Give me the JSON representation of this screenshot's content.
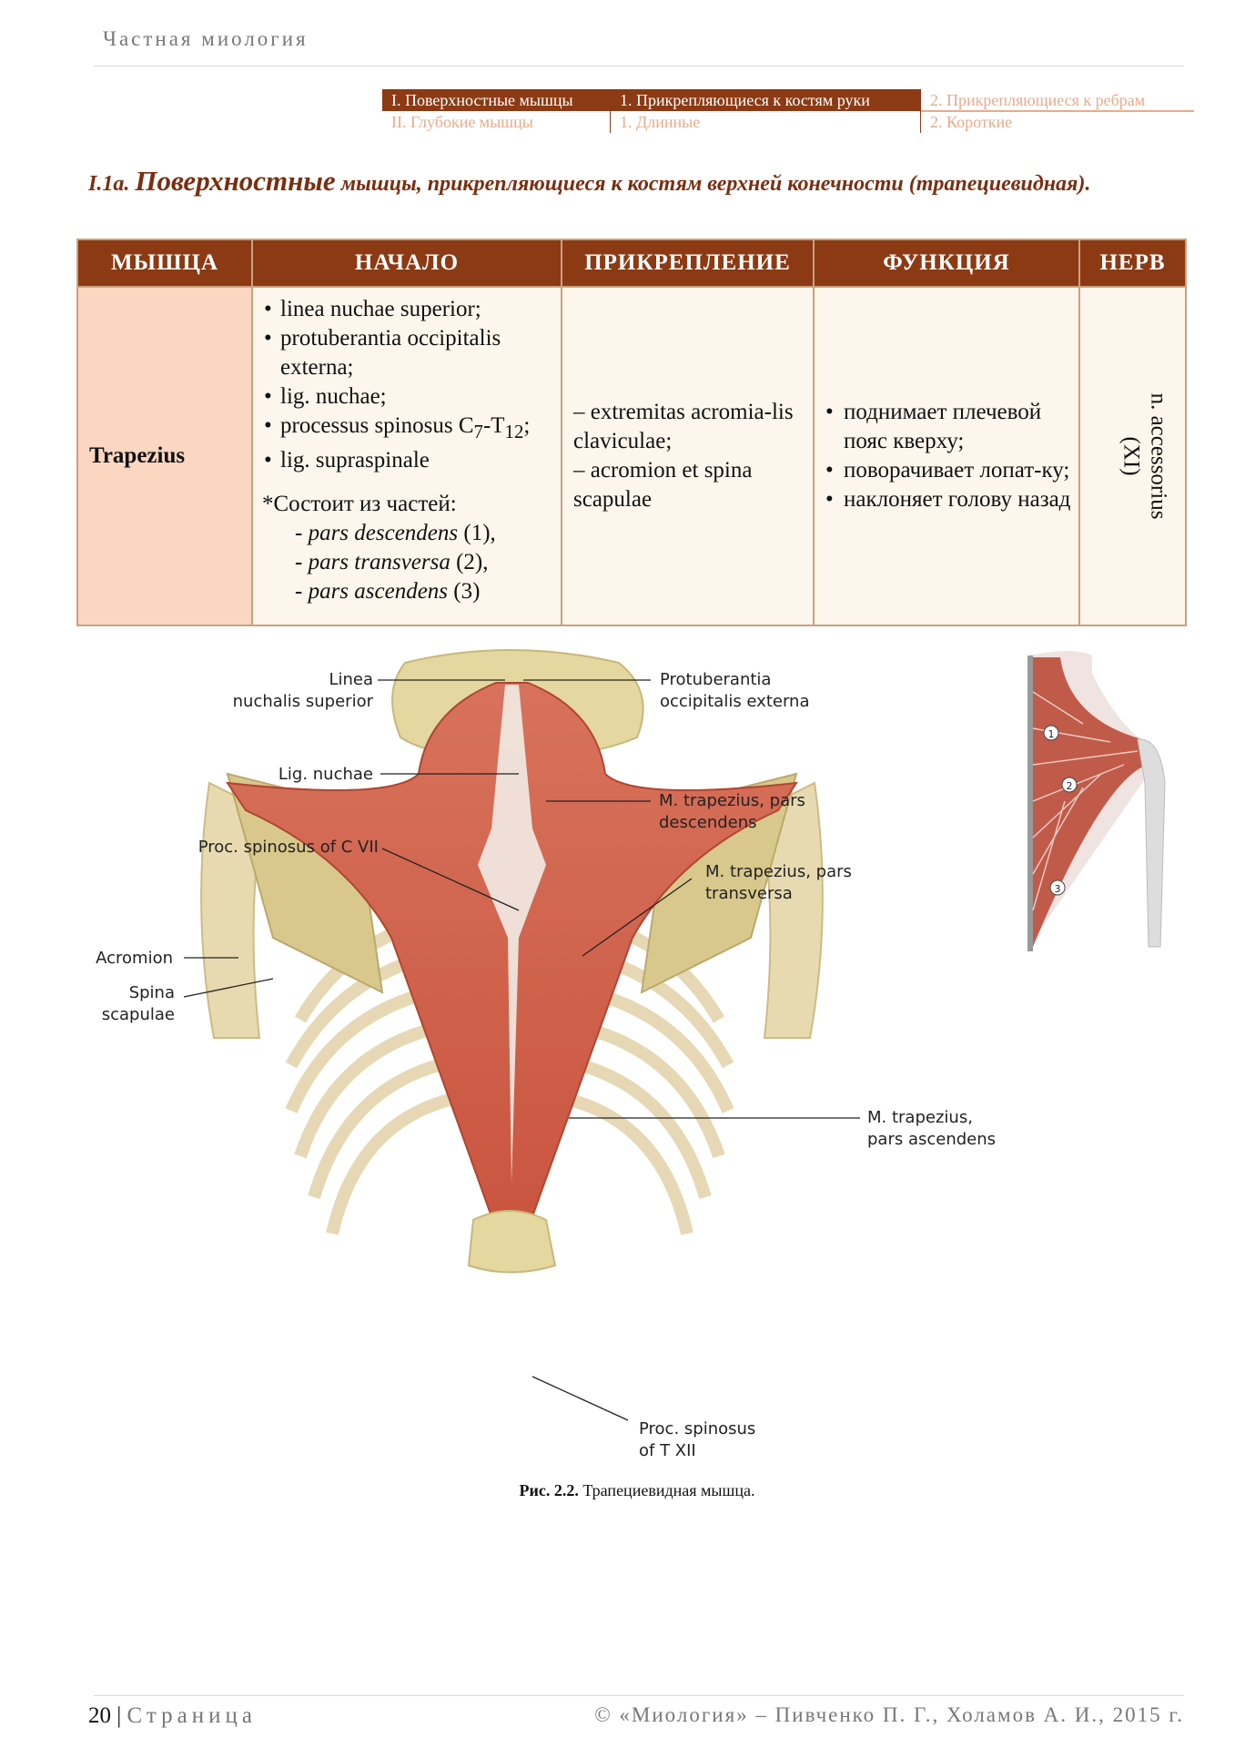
{
  "header": {
    "running_head": "Частная миология"
  },
  "nav": {
    "row1": [
      {
        "label": "I. Поверхностные мышцы",
        "state": "active"
      },
      {
        "label": "1. Прикрепляющиеся к костям руки",
        "state": "active"
      },
      {
        "label": "2. Прикрепляющиеся к ребрам",
        "state": "inactive"
      }
    ],
    "row2": [
      {
        "label": "II. Глубокие мышцы",
        "state": "inactive"
      },
      {
        "label": "1. Длинные",
        "state": "inactive"
      },
      {
        "label": "2. Короткие",
        "state": "inactive"
      }
    ]
  },
  "section": {
    "number": "I.1a.",
    "highlight": "Поверхностные",
    "rest": "мышцы, прикрепляющиеся к костям верхней конечности (трапециевидная)."
  },
  "table": {
    "headers": [
      "МЫШЦА",
      "НАЧАЛО",
      "ПРИКРЕПЛЕНИЕ",
      "ФУНКЦИЯ",
      "НЕРВ"
    ],
    "muscle": "Trapezius",
    "origin": {
      "items": [
        "linea nuchae superior;",
        "protuberantia occipitalis externa;",
        "lig. nuchae;",
        "lig. supraspinale"
      ],
      "spinous_prefix": "processus spinosus C",
      "spinous_sub1": "7",
      "spinous_mid": "-T",
      "spinous_sub2": "12",
      "spinous_suffix": ";",
      "parts_intro": "*Состоит из частей:",
      "parts": [
        {
          "name": "pars descendens",
          "num": "(1),"
        },
        {
          "name": "pars transversa",
          "num": "(2),"
        },
        {
          "name": "pars ascendens",
          "num": "(3)"
        }
      ]
    },
    "insertion": [
      "– extremitas acromia-lis claviculae;",
      "– acromion et spina scapulae"
    ],
    "function": [
      "поднимает плечевой пояс кверху;",
      "поворачивает лопат-ку;",
      "наклоняет голову назад"
    ],
    "nerve_line1": "n. accessorius",
    "nerve_line2": "(XI)"
  },
  "figure": {
    "labels": {
      "linea_1": "Linea",
      "linea_2": "nuchalis superior",
      "protub_1": "Protuberantia",
      "protub_2": "occipitalis externa",
      "lig_nuchae": "Lig. nuchae",
      "desc_1": "M. trapezius, pars",
      "desc_2": "descendens",
      "cvii": "Proc. spinosus of C VII",
      "trans_1": "M. trapezius, pars",
      "trans_2": "transversa",
      "acromion": "Acromion",
      "spina_1": "Spina",
      "spina_2": "scapulae",
      "asc_1": "M. trapezius,",
      "asc_2": "pars ascendens",
      "txii_1": "Proc. spinosus",
      "txii_2": "of T XII"
    },
    "inset_markers": [
      "1",
      "2",
      "3"
    ],
    "caption_bold": "Рис. 2.2.",
    "caption_text": "Трапециевидная мышца."
  },
  "footer": {
    "page_number": "20",
    "page_word": "Страница",
    "copyright": "© «Миология» – Пивченко П. Г., Холамов А. И., 2015 г."
  }
}
